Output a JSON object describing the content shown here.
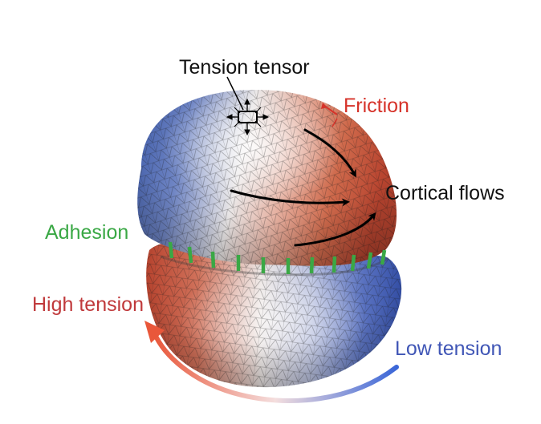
{
  "labels": {
    "tension_tensor": "Tension tensor",
    "friction": "Friction",
    "cortical_flows": "Cortical flows",
    "adhesion": "Adhesion",
    "high_tension": "High tension",
    "low_tension": "Low tension"
  },
  "colors": {
    "label_default": "#111111",
    "friction": "#d6332a",
    "adhesion": "#3aa845",
    "high_tension": "#c0393b",
    "low_tension": "#4056b6",
    "surface_red": "#c9523e",
    "surface_blue": "#4a64b3",
    "surface_white": "#f3f1ef",
    "gradient_arrow_red": "#e9573a",
    "gradient_arrow_blue": "#3a66d8",
    "flow_arrow": "#000000"
  },
  "icons": {
    "tensor_box": "tension-tensor-box-icon",
    "friction_marker": "friction-marker-icon",
    "flow_arrow": "cortical-flow-arrow-icon",
    "adhesion_tick": "adhesion-tick-icon",
    "tension_gradient_arrow": "tension-gradient-arrow-icon"
  }
}
